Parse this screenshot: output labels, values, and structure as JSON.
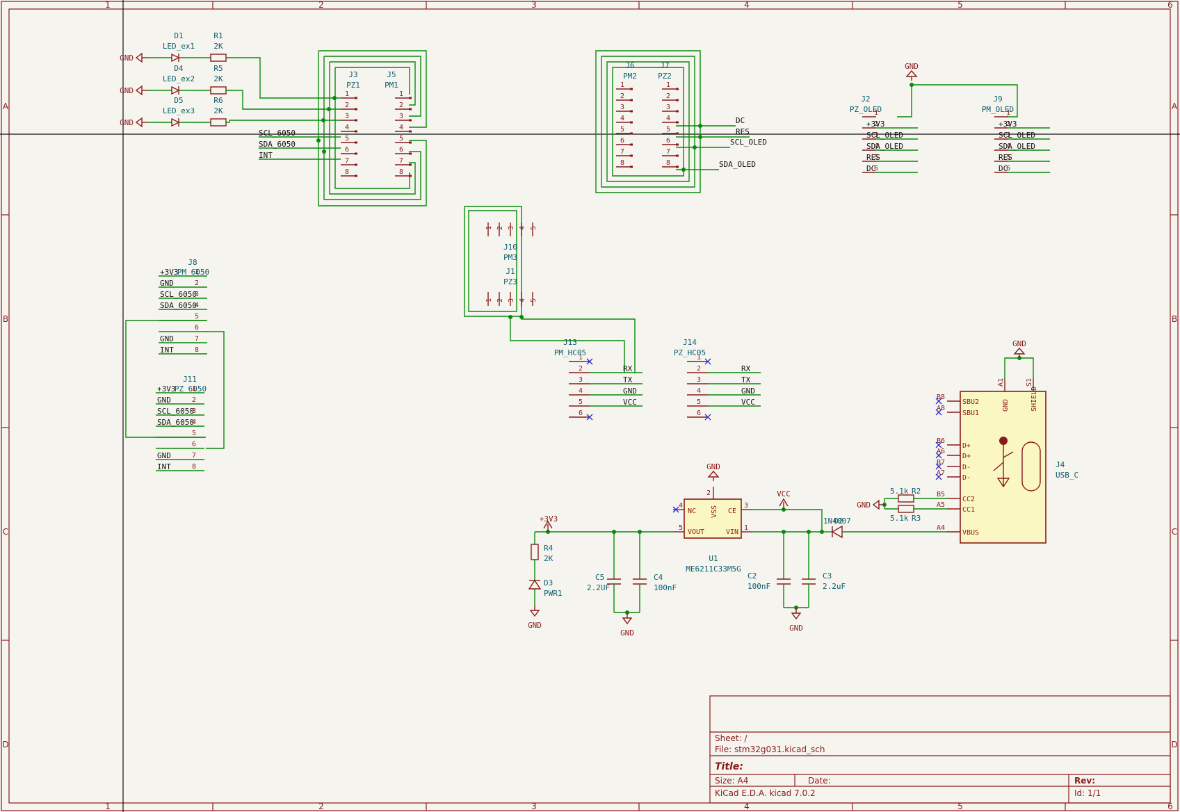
{
  "zones": {
    "cols": [
      "1",
      "2",
      "3",
      "4",
      "5",
      "6"
    ],
    "rows": [
      "A",
      "B",
      "C",
      "D"
    ]
  },
  "leds": [
    {
      "led_ref": "D1",
      "led_val": "LED_ex1",
      "res_ref": "R1",
      "res_val": "2K",
      "gnd": "GND"
    },
    {
      "led_ref": "D4",
      "led_val": "LED_ex2",
      "res_ref": "R5",
      "res_val": "2K",
      "gnd": "GND"
    },
    {
      "led_ref": "D5",
      "led_val": "LED_ex3",
      "res_ref": "R6",
      "res_val": "2K",
      "gnd": "GND"
    }
  ],
  "j3": {
    "ref": "J3",
    "val": "PZ1",
    "pins": [
      "1",
      "2",
      "3",
      "4",
      "5",
      "6",
      "7",
      "8"
    ]
  },
  "j5": {
    "ref": "J5",
    "val": "PM1",
    "pins": [
      "1",
      "2",
      "3",
      "4",
      "5",
      "6",
      "7",
      "8"
    ]
  },
  "j3_labels": [
    "SCL_6050",
    "SDA_6050",
    "INT"
  ],
  "j6": {
    "ref": "J6",
    "val": "PM2",
    "pins": [
      "1",
      "2",
      "3",
      "4",
      "5",
      "6",
      "7",
      "8"
    ]
  },
  "j7": {
    "ref": "J7",
    "val": "PZ2",
    "pins": [
      "1",
      "2",
      "3",
      "4",
      "5",
      "6",
      "7",
      "8"
    ]
  },
  "j7_labels": [
    "DC",
    "RES",
    "SCL_OLED",
    "SDA_OLED"
  ],
  "j2": {
    "ref": "J2",
    "val": "PZ_OLED",
    "pins": [
      "1",
      "2",
      "3",
      "4",
      "5",
      "6"
    ],
    "labels": [
      "+3V3",
      "SCL_OLED",
      "SDA_OLED",
      "RES",
      "DC"
    ]
  },
  "j9": {
    "ref": "J9",
    "val": "PM_OLED",
    "pins": [
      "1",
      "2",
      "3",
      "4",
      "5",
      "6"
    ],
    "labels": [
      "+3V3",
      "SCL_OLED",
      "SDA_OLED",
      "RES",
      "DC"
    ]
  },
  "oled_gnd": "GND",
  "j10": {
    "ref": "J10",
    "val": "PM3",
    "pins": [
      "1",
      "2",
      "3",
      "4",
      "5"
    ]
  },
  "j1": {
    "ref": "J1",
    "val": "PZ3",
    "pins": [
      "1",
      "2",
      "3",
      "4",
      "5"
    ]
  },
  "j8": {
    "ref": "J8",
    "val": "PM_6050",
    "pins": [
      "1",
      "2",
      "3",
      "4",
      "5",
      "6",
      "7",
      "8"
    ],
    "labels": [
      "+3V3",
      "GND",
      "SCL_6050",
      "SDA_6050",
      "",
      "",
      "GND",
      "INT"
    ]
  },
  "j11": {
    "ref": "J11",
    "val": "PZ_6050",
    "pins": [
      "1",
      "2",
      "3",
      "4",
      "5",
      "6",
      "7",
      "8"
    ],
    "labels": [
      "+3V3",
      "GND",
      "SCL_6050",
      "SDA_6050",
      "",
      "",
      "GND",
      "INT"
    ]
  },
  "j13": {
    "ref": "J13",
    "val": "PM_HC05",
    "pins": [
      "1",
      "2",
      "3",
      "4",
      "5",
      "6"
    ],
    "labels": [
      "RX",
      "TX",
      "GND",
      "VCC"
    ]
  },
  "j14": {
    "ref": "J14",
    "val": "PZ_HC05",
    "pins": [
      "1",
      "2",
      "3",
      "4",
      "5",
      "6"
    ],
    "labels": [
      "RX",
      "TX",
      "GND",
      "VCC"
    ]
  },
  "usb": {
    "ref": "J4",
    "val": "USB_C",
    "gnd": "GND",
    "top_pins": [
      "A1",
      "S1"
    ],
    "top_names": [
      "GND",
      "SHIELD"
    ],
    "left": [
      {
        "num": "B8",
        "name": "SBU2"
      },
      {
        "num": "A8",
        "name": "SBU1"
      },
      {
        "num": "B6",
        "name": "D+"
      },
      {
        "num": "A6",
        "name": "D+"
      },
      {
        "num": "B7",
        "name": "D-"
      },
      {
        "num": "A7",
        "name": "D-"
      },
      {
        "num": "B5",
        "name": "CC2"
      },
      {
        "num": "A5",
        "name": "CC1"
      },
      {
        "num": "A4",
        "name": "VBUS"
      }
    ],
    "r2": {
      "ref": "R2",
      "val": "5.1k"
    },
    "r3": {
      "ref": "R3",
      "val": "5.1k"
    },
    "cc_gnd": "GND"
  },
  "reg": {
    "ref": "U1",
    "val": "ME6211C33M5G",
    "pins": {
      "nc": "NC",
      "vss": "VSS",
      "ce": "CE",
      "vout": "VOUT",
      "vin": "VIN"
    },
    "nums": {
      "nc": "4",
      "vss": "2",
      "ce": "3",
      "vout": "5",
      "vin": "1"
    },
    "gnd": "GND",
    "vcc": "VCC",
    "v33": "+3V3"
  },
  "d2": {
    "ref": "D2",
    "val": "1N4007"
  },
  "r4": {
    "ref": "R4",
    "val": "2K"
  },
  "d3": {
    "ref": "D3",
    "val": "PWR1"
  },
  "c5": {
    "ref": "C5",
    "val": "2.2UF"
  },
  "c4": {
    "ref": "C4",
    "val": "100nF"
  },
  "c2": {
    "ref": "C2",
    "val": "100nF"
  },
  "c3": {
    "ref": "C3",
    "val": "2.2uF"
  },
  "gnds": [
    "GND",
    "GND",
    "GND"
  ],
  "titleblock": {
    "sheet": "Sheet: /",
    "file": "File: stm32g031.kicad_sch",
    "title": "Title:",
    "size": "Size: A4",
    "date": "Date:",
    "rev": "Rev:",
    "tool": "KiCad E.D.A.  kicad 7.0.2",
    "id": "Id: 1/1"
  }
}
